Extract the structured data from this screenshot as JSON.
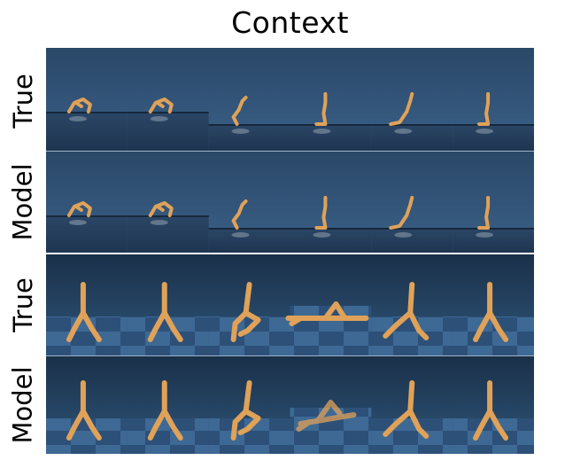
{
  "title": "Context",
  "row_labels": [
    "True",
    "Model",
    "True",
    "Model"
  ],
  "colors": {
    "top_background": "#2e4d6d",
    "bottom_background": "#1f3a55",
    "floor_tile_dark": "#233a55",
    "floor_tile_light": "#3f6a92",
    "agent_body": "#e0a258"
  },
  "panels": [
    {
      "environment": "hopper-like",
      "rows": [
        {
          "label": "True",
          "poses": [
            "crouch",
            "crouch",
            "rising",
            "upright",
            "lean",
            "upright"
          ]
        },
        {
          "label": "Model",
          "poses": [
            "crouch",
            "crouch",
            "rising",
            "upright",
            "lean",
            "upright"
          ]
        }
      ]
    },
    {
      "environment": "walker-like",
      "rows": [
        {
          "label": "True",
          "poses": [
            "stride",
            "stride",
            "step-bent",
            "fallen",
            "lunge",
            "stride"
          ]
        },
        {
          "label": "Model",
          "poses": [
            "stride",
            "stride",
            "step-bent",
            "fallen-blur",
            "lunge",
            "stride"
          ]
        }
      ]
    }
  ]
}
